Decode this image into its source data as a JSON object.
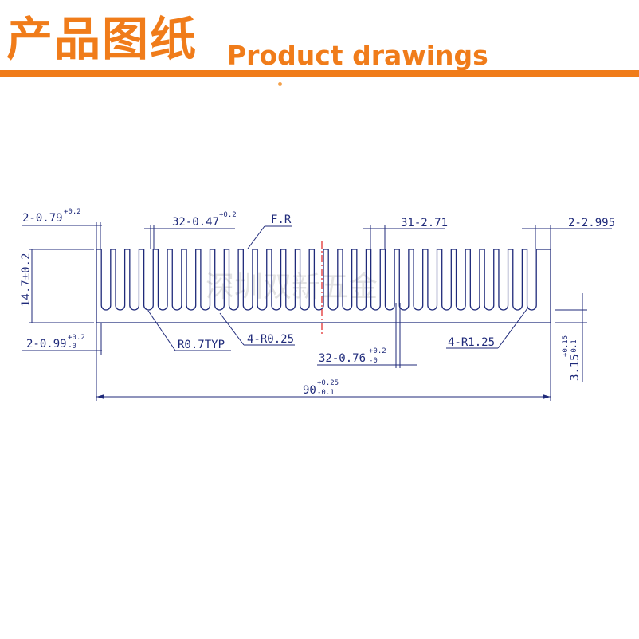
{
  "header": {
    "title_cn": "产品图纸",
    "title_en": "Product drawings",
    "accent_color": "#f07c1a"
  },
  "drawing": {
    "watermark": "深圳双新五金",
    "line_color": "#1f2a7a",
    "centerline_color": "#e02020",
    "fin_count": 32,
    "dims": {
      "base_fin_width": "2-0.79",
      "base_fin_width_tol": "+0.2",
      "fin_width": "32-0.47",
      "fin_width_tol": "+0.2",
      "full_round": "F.R",
      "pitch": "31-2.71",
      "end_gap": "2-2.995",
      "height": "14.7±0.2",
      "outer_fin_width": "2-0.99",
      "outer_fin_tol_plus": "+0.2",
      "outer_fin_tol_minus": "-0",
      "root_radius": "R0.7TYP",
      "inner_radius": "4-R0.25",
      "gap_width": "32-0.76",
      "gap_tol_plus": "+0.2",
      "gap_tol_minus": "-0",
      "corner_radius": "4-R1.25",
      "base_thickness": "3.15",
      "base_thickness_tol_plus": "+0.15",
      "base_thickness_tol_minus": "-0.1",
      "total_width": "90",
      "total_width_tol_plus": "+0.25",
      "total_width_tol_minus": "-0.1"
    }
  }
}
